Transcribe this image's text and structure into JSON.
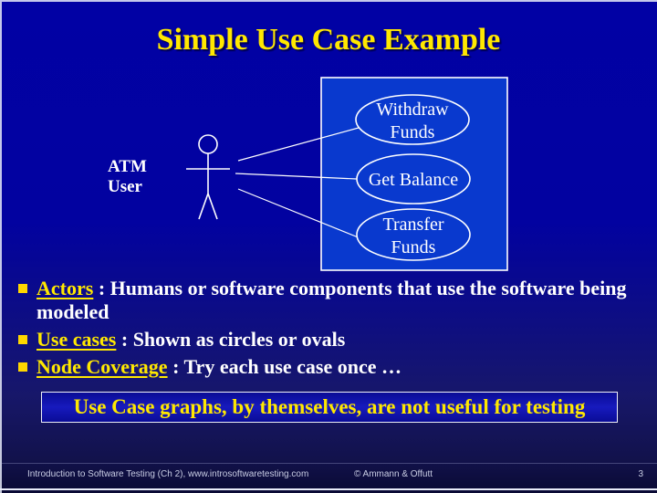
{
  "slide": {
    "title": "Simple Use Case Example"
  },
  "diagram": {
    "actor_label": [
      "ATM",
      "User"
    ],
    "use_cases": [
      {
        "lines": [
          "Withdraw",
          "Funds"
        ]
      },
      {
        "lines": [
          "Get Balance"
        ]
      },
      {
        "lines": [
          "Transfer",
          "Funds"
        ]
      }
    ]
  },
  "bullets": [
    {
      "keyword": "Actors",
      "rest": " : Humans or software components that use the software being modeled"
    },
    {
      "keyword": "Use cases",
      "rest": " : Shown as circles or ovals"
    },
    {
      "keyword": "Node Coverage",
      "rest": " : Try each use case once …"
    }
  ],
  "callout": {
    "text": "Use Case graphs, by themselves, are not useful for testing"
  },
  "footer": {
    "left": "Introduction to Software Testing  (Ch 2), www.introsoftwaretesting.com",
    "center": "© Ammann & Offutt",
    "page": "3"
  },
  "colors": {
    "background_top": "#0101A4",
    "background_bottom": "#0A0A34",
    "accent_yellow": "#FFE800",
    "bullet_square": "#FFD700",
    "diagram_fill": "#0939CE",
    "diagram_stroke": "#FFFFFF",
    "text_white": "#FFFFFF",
    "footer_text": "#C9CDE4"
  }
}
